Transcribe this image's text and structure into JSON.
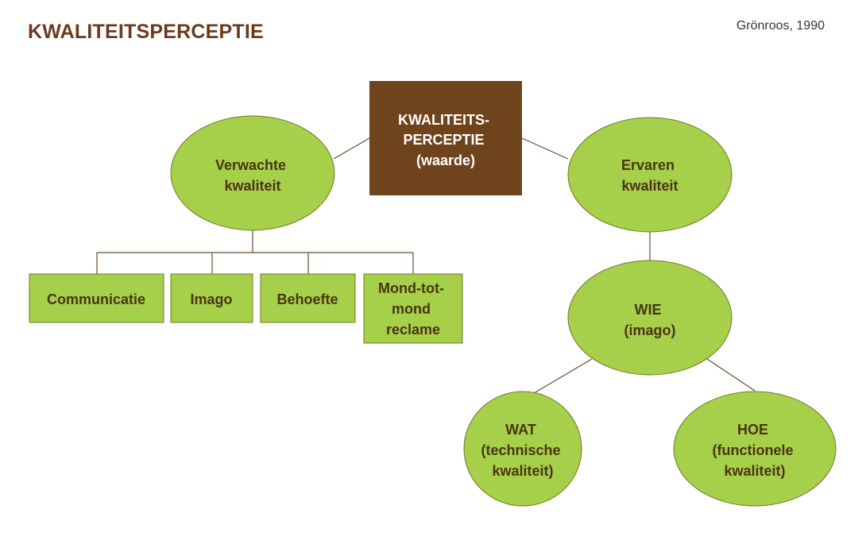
{
  "title": "KWALITEITSPERCEPTIE",
  "source": "Grönroos, 1990",
  "colors": {
    "green": "#a6cf4a",
    "brown": "#6f431b",
    "text": "#4a3414"
  },
  "nodes": {
    "center": [
      "KWALITEITS-",
      "PERCEPTIE",
      "(waarde)"
    ],
    "expected": [
      "Verwachte",
      "kwaliteit"
    ],
    "experienced": [
      "Ervaren",
      "kwaliteit"
    ],
    "factors": {
      "communicatie": [
        "Communicatie"
      ],
      "imago": [
        "Imago"
      ],
      "behoefte": [
        "Behoefte"
      ],
      "mond": [
        "Mond-tot-",
        "mond",
        "reclame"
      ]
    },
    "wie": [
      "WIE",
      "(imago)"
    ],
    "wat": [
      "WAT",
      "(technische",
      "kwaliteit)"
    ],
    "hoe": [
      "HOE",
      "(functionele",
      "kwaliteit)"
    ]
  }
}
